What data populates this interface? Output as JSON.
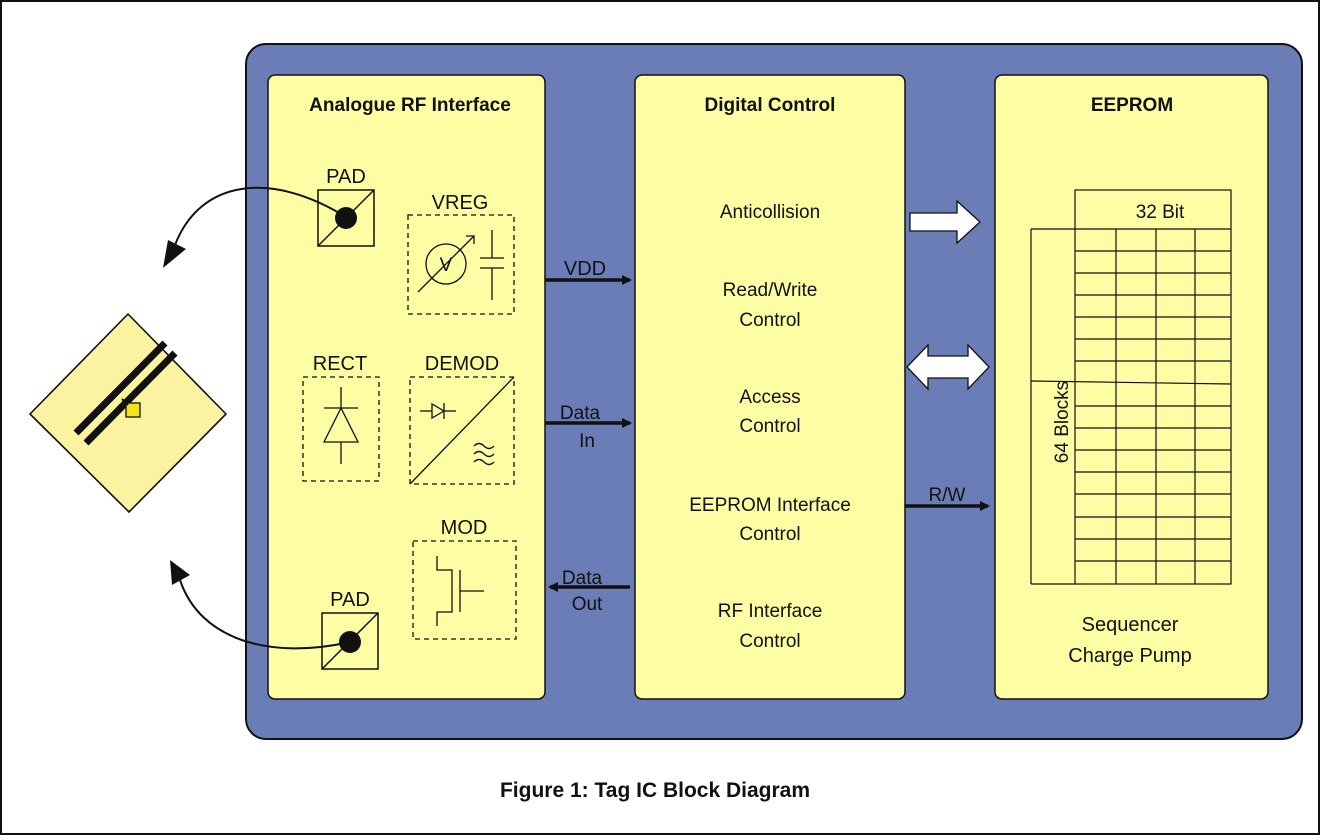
{
  "colors": {
    "chip_blue": "#6a7db6",
    "panel_yellow": "#fdfda4",
    "tag_yellow": "#fbf3a0",
    "ink": "#111111"
  },
  "rf_interface": {
    "title": "Analogue RF Interface",
    "pad_top_label": "PAD",
    "pad_bottom_label": "PAD",
    "vreg_label": "VREG",
    "vreg_symbol": "V",
    "rect_label": "RECT",
    "demod_label": "DEMOD",
    "mod_label": "MOD"
  },
  "digital_control": {
    "title": "Digital Control",
    "functions": [
      {
        "lines": [
          "Anticollision"
        ]
      },
      {
        "lines": [
          "Read/Write",
          "Control"
        ]
      },
      {
        "lines": [
          "Access",
          "Control"
        ]
      },
      {
        "lines": [
          "EEPROM Interface",
          "Control"
        ]
      },
      {
        "lines": [
          "RF Interface",
          "Control"
        ]
      }
    ]
  },
  "eeprom": {
    "title": "EEPROM",
    "column_label": "32 Bit",
    "row_label": "64 Blocks",
    "footer_lines": [
      "Sequencer",
      "Charge Pump"
    ]
  },
  "signals": {
    "vdd": "VDD",
    "data_in": [
      "Data",
      "In"
    ],
    "data_out": [
      "Data",
      "Out"
    ],
    "rw": "R/W"
  },
  "caption": "Figure 1: Tag IC Block Diagram"
}
